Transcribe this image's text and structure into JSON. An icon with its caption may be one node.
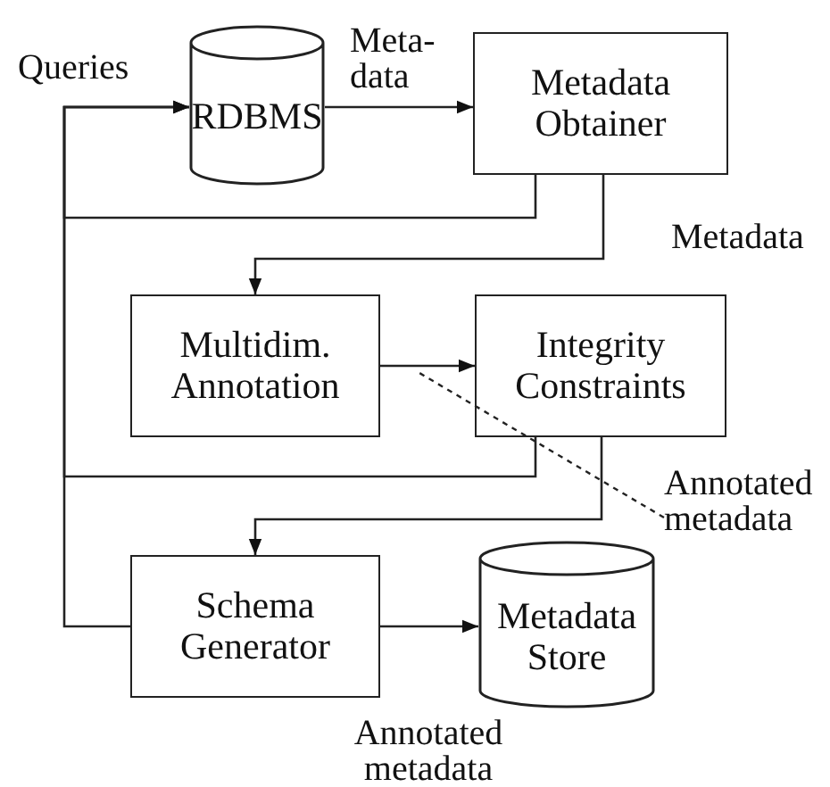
{
  "diagram": {
    "nodes": [
      {
        "text": [
          "RDBMS"
        ]
      },
      {
        "text": [
          "Metadata Obtainer"
        ]
      },
      {
        "text": [
          "Multidim. Annotation"
        ]
      },
      {
        "text": [
          "Integrity Constraints"
        ]
      },
      {
        "text": [
          "Annotated metadata"
        ]
      },
      {
        "text": [
          "Schema Generator"
        ]
      },
      {
        "text": [
          "Metadata Store"
        ]
      }
    ],
    "edges": [
      {
        "from": 5,
        "to": 0,
        "arrow": "to",
        "label": "Queries"
      },
      {
        "from": 0,
        "to": 1,
        "arrow": "to",
        "label": "Meta- data"
      },
      {
        "from": 1,
        "to": 0,
        "arrow": "to"
      },
      {
        "from": 1,
        "to": 2,
        "arrow": "to",
        "label": "Metadata"
      },
      {
        "from": 2,
        "to": 3,
        "arrow": "to"
      },
      {
        "from": 3,
        "to": 0,
        "arrow": "to"
      },
      {
        "from": 3,
        "to": 5,
        "arrow": "to"
      },
      {
        "from": 4,
        "to": null,
        "arrow": "none",
        "style": "dashed"
      },
      {
        "from": 5,
        "to": 6,
        "arrow": "to",
        "label": "Annotated metadata"
      }
    ]
  }
}
